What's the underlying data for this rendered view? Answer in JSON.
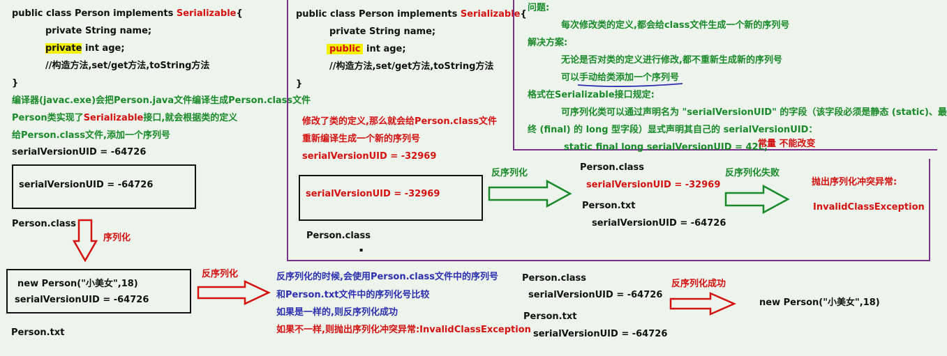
{
  "left": {
    "code_line1_a": "public class Person implements ",
    "code_line1_b": "Serializable",
    "code_line1_c": "{",
    "code_line2": "private String name;",
    "code_line3_a": "private",
    "code_line3_b": " int age;",
    "code_line4": "//构造方法,set/get方法,toString方法",
    "code_line5": "}",
    "compile_1": "编译器(javac.exe)会把Person.java文件编译生成Person.class文件",
    "compile_2_a": "Person类实现了",
    "compile_2_b": "Serializable",
    "compile_2_c": "接口,就会根据类的定义",
    "compile_3": "给Person.class文件,添加一个序列号",
    "uid": "serialVersionUID = -64726",
    "box_uid": "serialVersionUID = -64726",
    "person_class": "Person.class",
    "serialize_label": "序列化",
    "box2_line1": "new Person(\"小美女\",18)",
    "box2_line2": "serialVersionUID = -64726",
    "person_txt": "Person.txt"
  },
  "middle": {
    "code_line1_a": "public class Person implements ",
    "code_line1_b": "Serializable",
    "code_line1_c": "{",
    "code_line2": "private String name;",
    "code_line3_a": "public",
    "code_line3_b": " int age;",
    "code_line4": "//构造方法,set/get方法,toString方法",
    "code_line5": "}",
    "modify_1": "修改了类的定义,那么就会给Person.class文件",
    "modify_2": "重新编译生成一个新的序列号",
    "modify_3": "serialVersionUID = -32969",
    "box_uid": "serialVersionUID = -32969",
    "person_class": "Person.class",
    "dot": "▪"
  },
  "problem": {
    "title": "问题:",
    "desc": "每次修改类的定义,都会给class文件生成一个新的序列号",
    "solution_title": "解决方案:",
    "solution_1": "无论是否对类的定义进行修改,都不重新生成新的序列号",
    "solution_2": "可以手动给类添加一个序列号",
    "format_title": "格式在Serializable接口规定:",
    "format_1": "可序列化类可以通过声明名为 \"serialVersionUID\" 的字段（该字段必须是静态 (static)、最",
    "format_2": "终 (final) 的 long 型字段）显式声明其自己的 serialVersionUID：",
    "format_3": "static final long serialVersionUID = 42L;",
    "format_note": "常量 不能改变"
  },
  "deser_fail": {
    "arrow_label": "反序列化",
    "person_class": "Person.class",
    "class_uid": "serialVersionUID = -32969",
    "person_txt": "Person.txt",
    "txt_uid": "serialVersionUID = -64726",
    "fail_label": "反序列化失败",
    "throw_label": "抛出序列化冲突异常:",
    "exception": "InvalidClassException"
  },
  "deser_bottom": {
    "arrow_label": "反序列化",
    "explain_1": "反序列化的时候,会使用Person.class文件中的序列号",
    "explain_2": "和Person.txt文件中的序列化号比较",
    "explain_3": "如果是一样的,则反序列化成功",
    "explain_4": "如果不一样,则抛出序列化冲突异常:InvalidClassException",
    "person_class": "Person.class",
    "class_uid": "serialVersionUID = -64726",
    "person_txt": "Person.txt",
    "txt_uid": "serialVersionUID = -64726",
    "success_label": "反序列化成功",
    "result": "new Person(\"小美女\",18)"
  },
  "colors": {
    "red": "#d41010",
    "green": "#1a8a2a",
    "blue": "#2b2fb0",
    "purple_divider": "#7a2f8a",
    "highlight": "#f3f000"
  }
}
